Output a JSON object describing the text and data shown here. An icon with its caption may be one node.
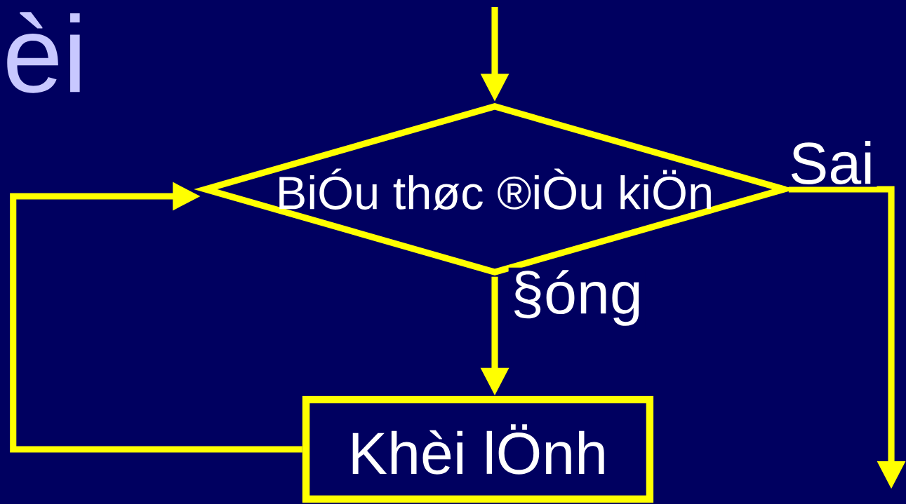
{
  "diagram": {
    "nodes": [
      {
        "text": [
          "BiÓu thøc ®iÒu kiÖn"
        ]
      },
      {
        "text": [
          "Khèi lÖnh"
        ]
      }
    ],
    "edges": [
      {
        "from": null,
        "to": 0,
        "arrow": "to"
      },
      {
        "from": 0,
        "to": 1,
        "arrow": "to",
        "label": "§óng"
      },
      {
        "from": 0,
        "to": null,
        "arrow": "to",
        "label": "Sai"
      },
      {
        "from": 1,
        "to": 0,
        "arrow": "to"
      }
    ],
    "labels": [
      "èi"
    ]
  }
}
